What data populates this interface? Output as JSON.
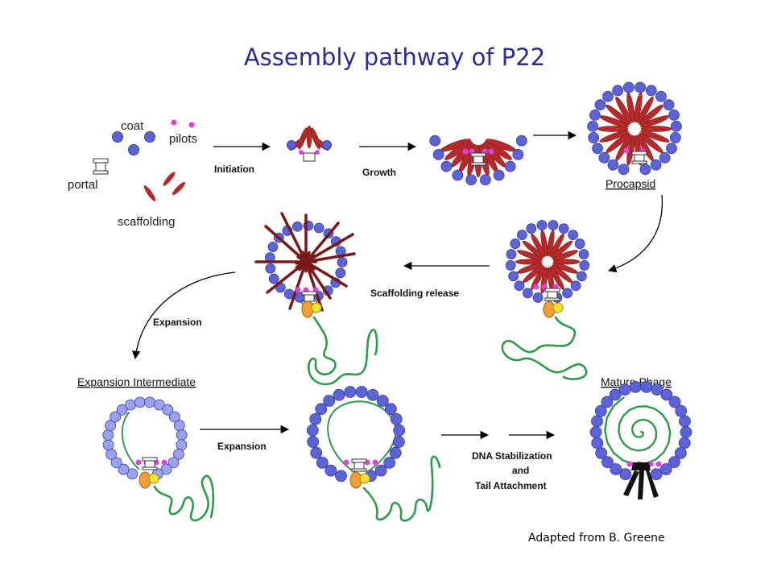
{
  "slide": {
    "title": "Assembly pathway of P22",
    "credit": "Adapted from B. Greene"
  },
  "components": {
    "coat": "coat",
    "pilots": "pilots",
    "portal": "portal",
    "scaffolding": "scaffolding"
  },
  "steps": {
    "initiation": "Initiation",
    "growth": "Growth",
    "scaffolding_release": "Scaffolding release",
    "expansion_curve": "Expansion",
    "expansion": "Expansion",
    "dna_stabilization": "DNA Stabilization",
    "and": "and",
    "tail_attachment": "Tail Attachment"
  },
  "stages": {
    "procapsid": "Procapsid",
    "expansion_intermediate": "Expansion Intermediate",
    "mature_phage": "Mature Phage"
  },
  "colors": {
    "coat": "#5b63d6",
    "coat_light": "#9aa2f0",
    "scaffold": "#b82a2a",
    "pilot": "#e040e0",
    "dna": "#2e9a4a",
    "tail": "#111111",
    "title": "#2b2b96"
  }
}
